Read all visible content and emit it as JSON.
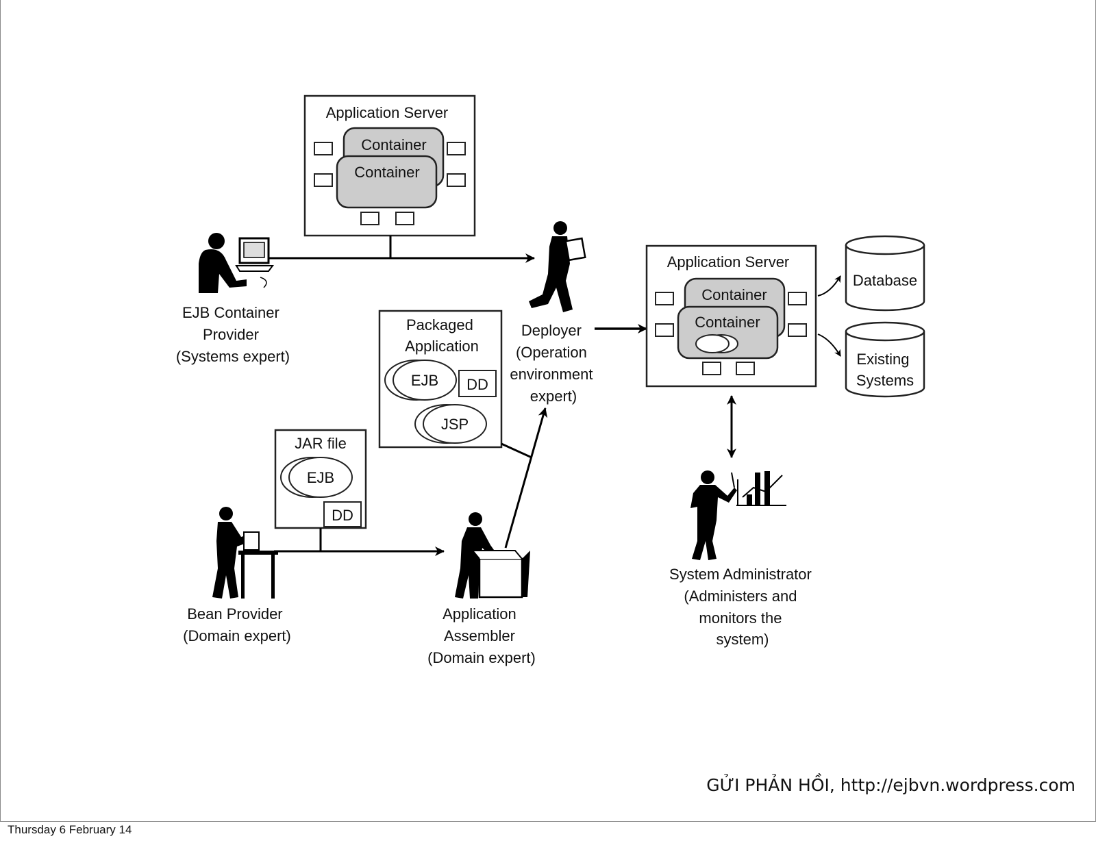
{
  "slide": {
    "feedback_text": "GỬI PHẢN HỒI, http://ejbvn.wordpress.com",
    "date": "Thursday 6 February 14"
  },
  "diagram": {
    "app_server_top": {
      "title": "Application Server",
      "container_back": "Container",
      "container_front": "Container"
    },
    "app_server_right": {
      "title": "Application Server",
      "container_back": "Container",
      "container_front": "Container"
    },
    "database": "Database",
    "existing_systems": [
      "Existing",
      "Systems"
    ],
    "packaged_app": {
      "title": [
        "Packaged",
        "Application"
      ],
      "ejb": "EJB",
      "dd": "DD",
      "jsp": "JSP"
    },
    "jar_file": {
      "title": "JAR file",
      "ejb": "EJB",
      "dd": "DD"
    },
    "roles": {
      "container_provider": [
        "EJB Container",
        "Provider",
        "(Systems expert)"
      ],
      "deployer": [
        "Deployer",
        "(Operation",
        "environment",
        "expert)"
      ],
      "bean_provider": [
        "Bean Provider",
        "(Domain expert)"
      ],
      "assembler": [
        "Application",
        "Assembler",
        "(Domain expert)"
      ],
      "sys_admin": [
        "System Administrator",
        "(Administers and",
        "monitors the",
        "system)"
      ]
    }
  }
}
